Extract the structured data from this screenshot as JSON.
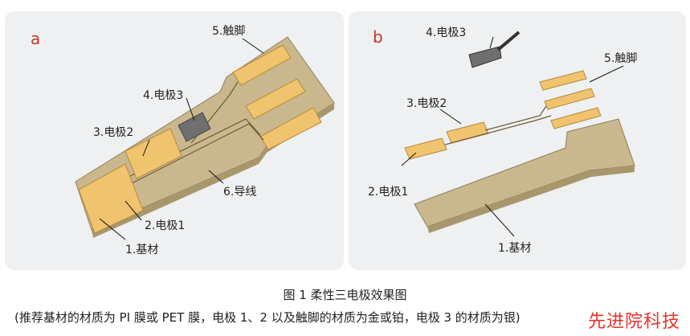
{
  "panel_a": {
    "letter": "a",
    "labels": {
      "substrate": "1.基材",
      "electrode1": "2.电极1",
      "electrode2": "3.电极2",
      "electrode3": "4.电极3",
      "contacts": "5.触脚",
      "wire": "6.导线"
    }
  },
  "panel_b": {
    "letter": "b",
    "labels": {
      "substrate": "1.基材",
      "electrode1": "2.电极1",
      "electrode2": "3.电极2",
      "electrode3": "4.电极3",
      "contacts": "5.触脚"
    }
  },
  "caption": "图 1 柔性三电极效果图",
  "note": "(推荐基材的材质为 PI 膜或 PET 膜，电极 1、2 以及触脚的材质为金或铂，电极 3 的材质为银)",
  "watermark": "先进院科技",
  "colors": {
    "substrate": "#c9b78e",
    "gold": "#f0c36f",
    "silver": "#6f6f6f",
    "panel_bg": "#eef0f1",
    "accent": "#c0392b"
  }
}
